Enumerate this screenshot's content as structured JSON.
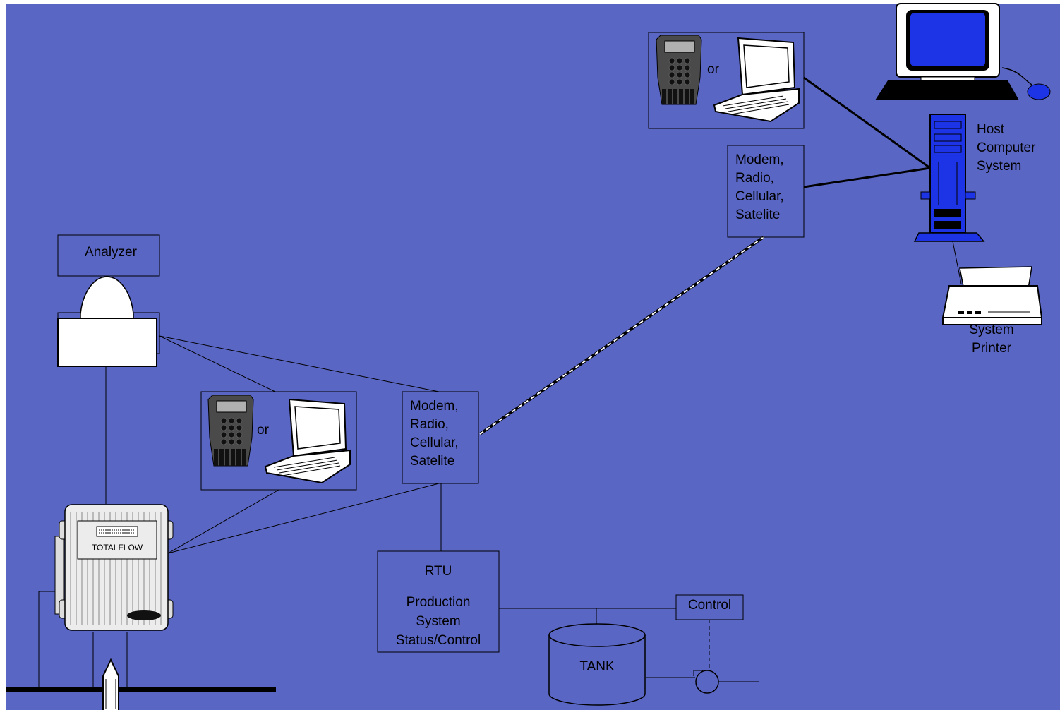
{
  "colors": {
    "background": "#5a66c4",
    "device_blue": "#1d34e6",
    "line": "#000000",
    "white": "#ffffff"
  },
  "analyzer": {
    "label": "Analyzer"
  },
  "local_devices": {
    "or_label": "or"
  },
  "remote_devices": {
    "or_label": "or"
  },
  "modem_local": {
    "lines": [
      "Modem,",
      "Radio,",
      "Cellular,",
      "Satelite"
    ]
  },
  "modem_remote": {
    "lines": [
      "Modem,",
      "Radio,",
      "Cellular,",
      "Satelite"
    ]
  },
  "host": {
    "lines": [
      "Host",
      "Computer",
      "System"
    ]
  },
  "printer": {
    "lines": [
      "System",
      "Printer"
    ]
  },
  "totalflow": {
    "label": "TOTALFLOW"
  },
  "rtu": {
    "title": "RTU",
    "lines": [
      "Production",
      "System",
      "Status/Control"
    ]
  },
  "control": {
    "label": "Control"
  },
  "tank": {
    "label": "TANK"
  }
}
